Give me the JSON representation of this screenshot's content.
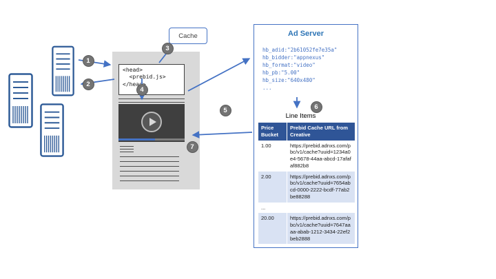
{
  "colors": {
    "accent_blue": "#4472C4",
    "title_blue": "#2E75B6",
    "table_header_blue": "#2F5597",
    "table_alt_row": "#D9E2F3",
    "step_circle_gray": "#747474",
    "page_gray": "#D9D9D9",
    "video_dark": "#3F3F3F"
  },
  "steps": [
    "1",
    "2",
    "3",
    "4",
    "5",
    "6",
    "7"
  ],
  "cache": {
    "label": "Cache"
  },
  "page_mockup": {
    "head_code": [
      "<head>",
      "  <prebid.js>",
      "</head>"
    ],
    "icons": {
      "play": "play-icon"
    }
  },
  "demand_servers": {
    "count": 3,
    "icon": "server-tower-icon"
  },
  "ad_server": {
    "title": "Ad Server",
    "targeting_lines": [
      "hb_adid:\"2b61052fe7e35a\"",
      "hb_bidder:\"appnexus\"",
      "hb_format:\"video\"",
      "hb_pb:\"5.00\"",
      "hb_size:\"640x480\"",
      "..."
    ],
    "line_items_label": "Line Items",
    "table": {
      "headers": [
        "Price Bucket",
        "Prebid Cache URL from Creative"
      ],
      "rows": [
        {
          "bucket": "1.00",
          "url": "https://prebid.adnxs.com/pbc/v1/cache?uuid=1234a0e4-5678-44aa-abcd-17afafaf882b8"
        },
        {
          "bucket": "2.00",
          "url": "https://prebid.adnxs.com/pbc/v1/cache?uuid=7654abcd-0000-2222-bcdf-77ab2be88288"
        },
        {
          "bucket": "...",
          "url": ""
        },
        {
          "bucket": "20.00",
          "url": "https://prebid.adnxs.com/pbc/v1/cache?uuid=7647aaaa-abab-1212-3434-22ef2beb2888"
        }
      ]
    }
  }
}
